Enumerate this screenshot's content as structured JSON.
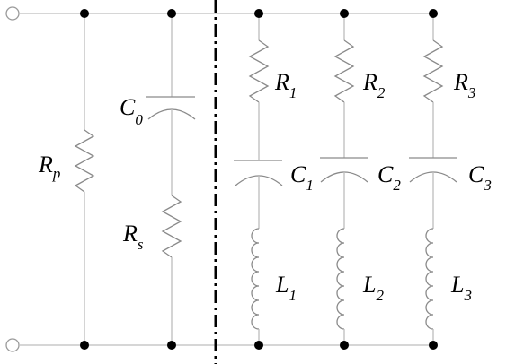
{
  "diagram": {
    "labels": {
      "rp": {
        "main": "R",
        "sub": "p"
      },
      "c0": {
        "main": "C",
        "sub": "0"
      },
      "rs": {
        "main": "R",
        "sub": "s"
      },
      "r1": {
        "main": "R",
        "sub": "1"
      },
      "c1": {
        "main": "C",
        "sub": "1"
      },
      "l1": {
        "main": "L",
        "sub": "1"
      },
      "r2": {
        "main": "R",
        "sub": "2"
      },
      "c2": {
        "main": "C",
        "sub": "2"
      },
      "l2": {
        "main": "L",
        "sub": "2"
      },
      "r3": {
        "main": "R",
        "sub": "3"
      },
      "c3": {
        "main": "C",
        "sub": "3"
      },
      "l3": {
        "main": "L",
        "sub": "3"
      }
    }
  }
}
